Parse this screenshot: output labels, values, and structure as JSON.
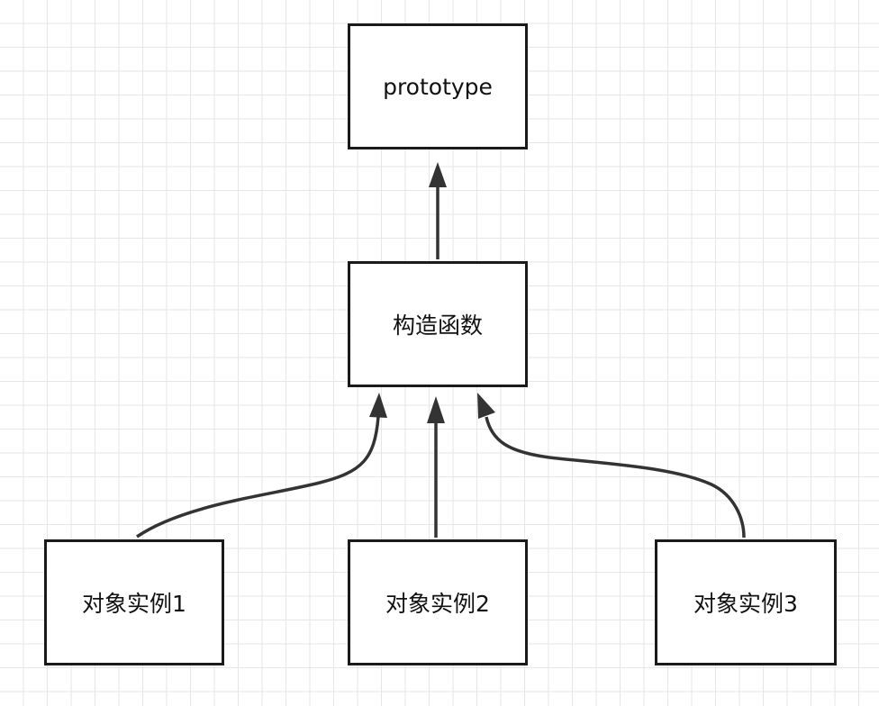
{
  "diagram": {
    "nodes": {
      "prototype": "prototype",
      "constructor": "构造函数",
      "instance1": "对象实例1",
      "instance2": "对象实例2",
      "instance3": "对象实例3"
    },
    "edges": [
      {
        "from": "constructor",
        "to": "prototype"
      },
      {
        "from": "instance1",
        "to": "constructor"
      },
      {
        "from": "instance2",
        "to": "constructor"
      },
      {
        "from": "instance3",
        "to": "constructor"
      }
    ],
    "colors": {
      "border": "#1a1a1a",
      "edge": "#333333",
      "grid": "#e6e6e6",
      "background": "#ffffff"
    }
  }
}
